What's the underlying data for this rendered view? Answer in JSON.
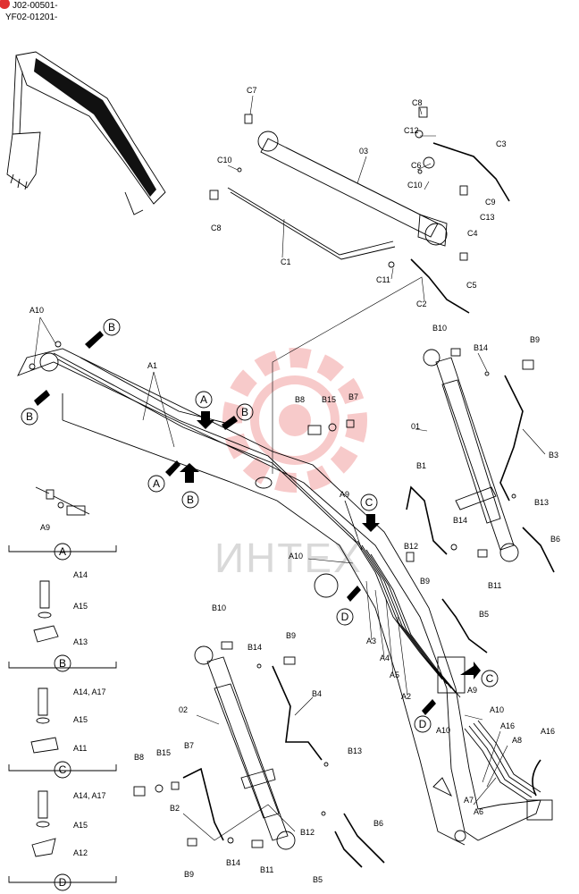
{
  "header": {
    "code_line1": "J02-00501-",
    "code_line2": "YF02-01201-"
  },
  "watermark": {
    "text": "ИНТЕХ",
    "color": "#f2a0a0"
  },
  "detail_views": {
    "A": {
      "letter": "A",
      "parts": [
        "A14",
        "A15",
        "A13"
      ]
    },
    "B": {
      "letter": "B",
      "parts": [
        "A14, A17",
        "A15",
        "A11"
      ]
    },
    "C": {
      "letter": "C",
      "parts": [
        "A14, A17",
        "A15",
        "A12"
      ]
    },
    "D": {
      "letter": "D"
    }
  },
  "detail_a9": "A9",
  "view_markers": [
    "B",
    "B",
    "A",
    "B",
    "A",
    "B",
    "C",
    "D",
    "C",
    "D"
  ],
  "labels": {
    "C7": "C7",
    "C8a": "C8",
    "C8b": "C8",
    "C12": "C12",
    "C3": "C3",
    "c03": "03",
    "C10a": "C10",
    "C10b": "C10",
    "C6": "C6",
    "C9": "C9",
    "C13": "C13",
    "C4": "C4",
    "C1": "C1",
    "C11": "C11",
    "C5": "C5",
    "C2": "C2",
    "A10a": "A10",
    "A1": "A1",
    "B10a": "B10",
    "B14a": "B14",
    "B9a": "B9",
    "B8a": "B8",
    "B15a": "B15",
    "B7a": "B7",
    "c01": "01",
    "B3": "B3",
    "B1": "B1",
    "A9a": "A9",
    "B13a": "B13",
    "B14b": "B14",
    "B12a": "B12",
    "B6a": "B6",
    "A10b": "A10",
    "B9b": "B9",
    "B11a": "B11",
    "B5a": "B5",
    "A3": "A3",
    "A4": "A4",
    "A5": "A5",
    "A2": "A2",
    "A9b": "A9",
    "A10c": "A10",
    "A10d": "A10",
    "A16a": "A16",
    "A16b": "A16",
    "A8": "A8",
    "A7": "A7",
    "A6": "A6",
    "B10b": "B10",
    "B14c": "B14",
    "B9c": "B9",
    "c02": "02",
    "B4": "B4",
    "B13b": "B13",
    "B8b": "B8",
    "B15b": "B15",
    "B7b": "B7",
    "B2": "B2",
    "B12b": "B12",
    "B6b": "B6",
    "B9d": "B9",
    "B14d": "B14",
    "B11b": "B11",
    "B5b": "B5"
  }
}
